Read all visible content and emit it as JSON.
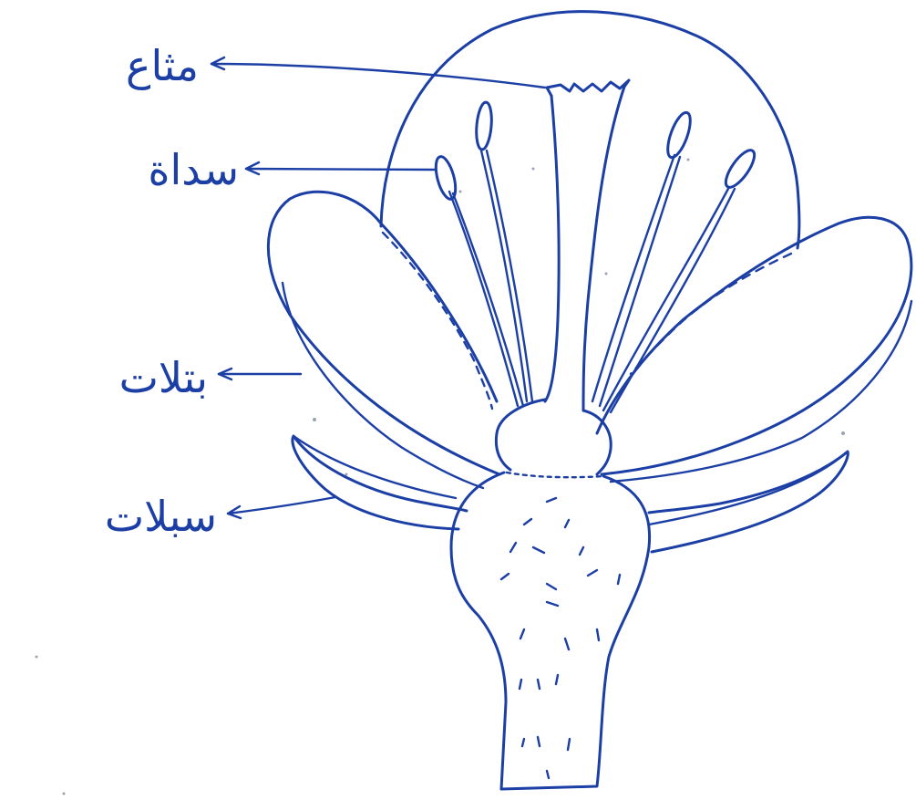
{
  "diagram": {
    "labels": {
      "stigma": "مثاع",
      "stamen": "سداة",
      "petals": "بتلات",
      "sepals": "سبلات"
    },
    "ink_color": "#1c3fa6",
    "background_color": "#ffffff"
  }
}
